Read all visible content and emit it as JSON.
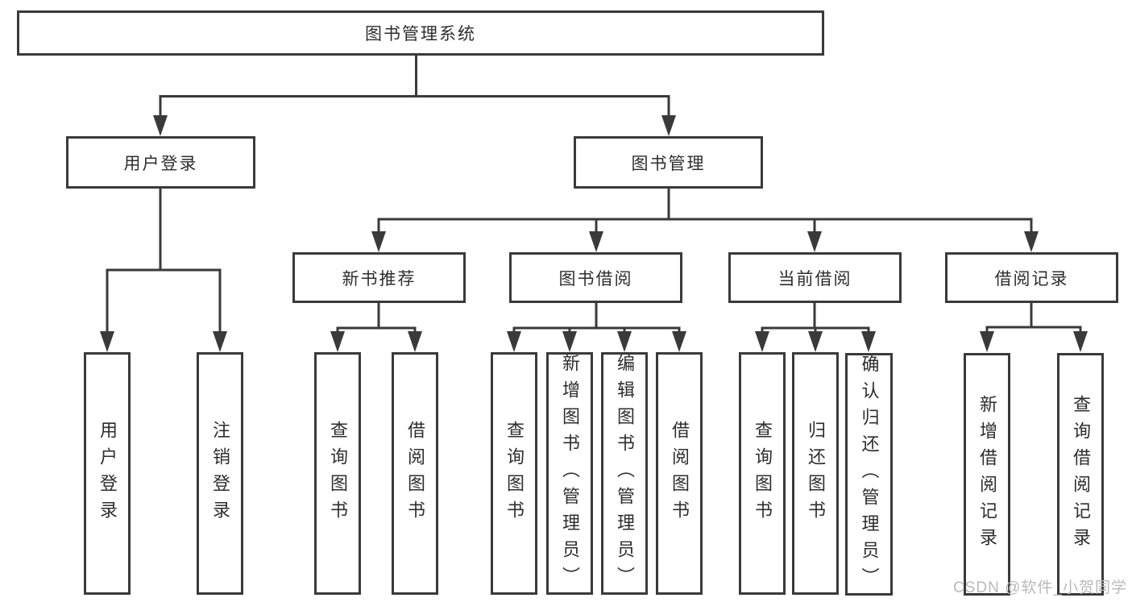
{
  "diagram": {
    "title": "图书管理系统",
    "root": {
      "label": "图书管理系统"
    },
    "level2": [
      {
        "label": "用户登录"
      },
      {
        "label": "图书管理"
      }
    ],
    "level3": [
      {
        "label": "新书推荐"
      },
      {
        "label": "图书借阅"
      },
      {
        "label": "当前借阅"
      },
      {
        "label": "借阅记录"
      }
    ],
    "leaves": {
      "user_login": [
        "用户登录",
        "注销登录"
      ],
      "new_book": [
        "查询图书",
        "借阅图书"
      ],
      "book_borrowing": [
        "查询图书",
        "新增图书（管理员）",
        "编辑图书（管理员）",
        "借阅图书"
      ],
      "current_borrowing": [
        "查询图书",
        "归还图书",
        "确认归还（管理员）"
      ],
      "borrow_records": [
        "新增借阅记录",
        "查询借阅记录"
      ]
    },
    "line_color": "#3a3a3a",
    "text_color": "#2d2d2d"
  },
  "watermark": {
    "text": "CSDN @软件_小贺同学",
    "color": "#b9b9b9"
  }
}
